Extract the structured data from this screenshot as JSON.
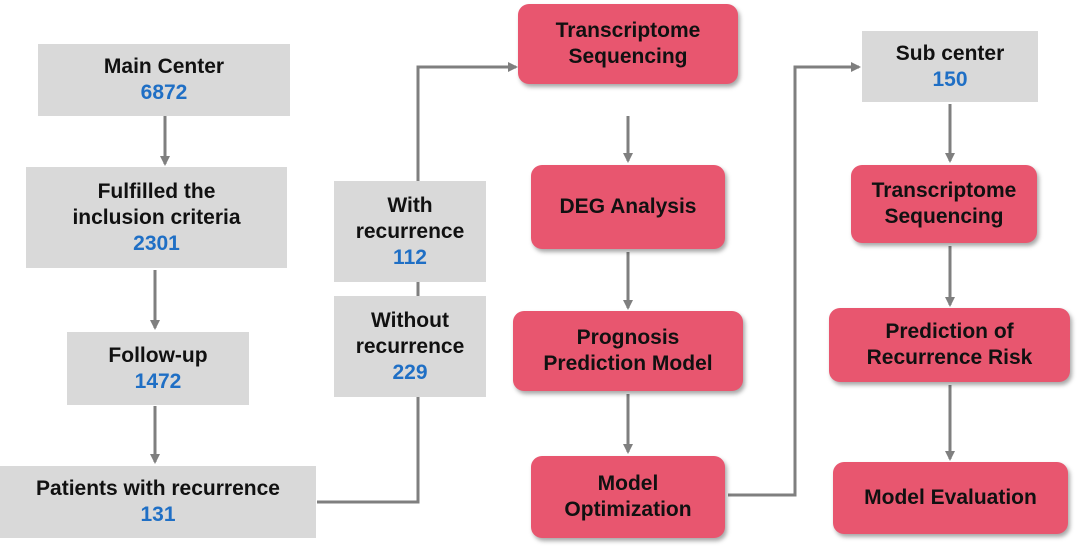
{
  "colors": {
    "gray_box": "#d9d9d9",
    "red_box": "#e8566f",
    "count_text": "#1f6fc5",
    "arrow": "#7f7f7f"
  },
  "main_center": {
    "label": "Main Center",
    "count": "6872"
  },
  "inclusion": {
    "line1": "Fulfilled the",
    "line2": "inclusion criteria",
    "count": "2301"
  },
  "follow_up": {
    "label": "Follow-up",
    "count": "1472"
  },
  "recurrence": {
    "label": "Patients with recurrence",
    "count": "131"
  },
  "with_recurrence": {
    "line1": "With",
    "line2": "recurrence",
    "count": "112"
  },
  "without_recurrence": {
    "line1": "Without",
    "line2": "recurrence",
    "count": "229"
  },
  "transcriptome_main": {
    "line1": "Transcriptome",
    "line2": "Sequencing"
  },
  "deg_analysis": {
    "label": "DEG Analysis"
  },
  "prognosis_model": {
    "line1": "Prognosis",
    "line2": "Prediction Model"
  },
  "model_optimization": {
    "line1": "Model",
    "line2": "Optimization"
  },
  "sub_center": {
    "label": "Sub center",
    "count": "150"
  },
  "transcriptome_sub": {
    "line1": "Transcriptome",
    "line2": "Sequencing"
  },
  "recurrence_risk": {
    "line1": "Prediction of",
    "line2": "Recurrence Risk"
  },
  "model_evaluation": {
    "label": "Model Evaluation"
  }
}
